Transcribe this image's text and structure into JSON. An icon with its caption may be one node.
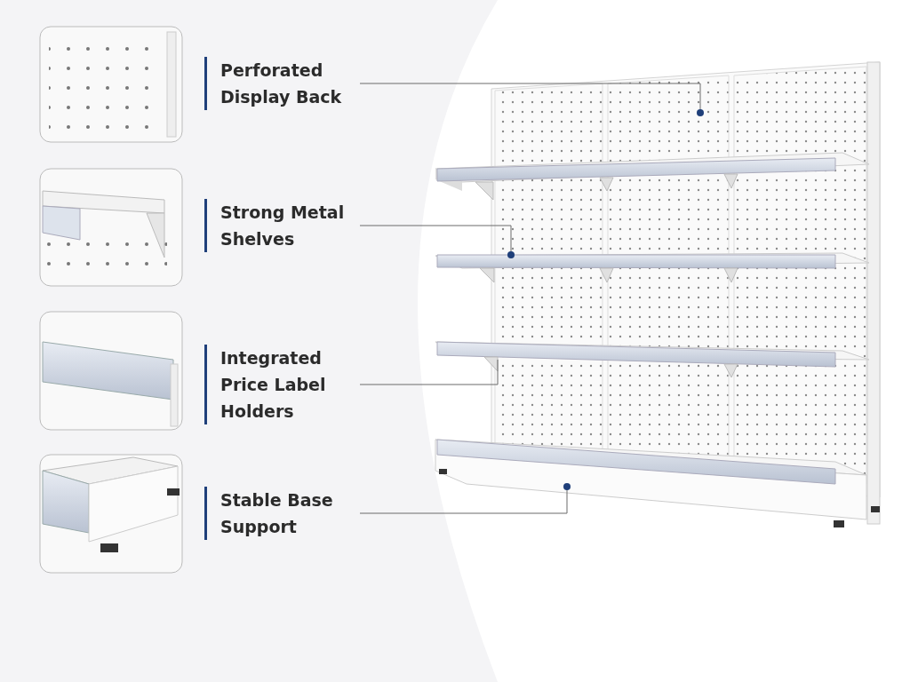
{
  "diagram": {
    "nodes": [
      {
        "text": [
          "Perforated Display Back"
        ]
      },
      {
        "text": [
          "Strong Metal Shelves"
        ]
      },
      {
        "text": [
          "Integrated Price Label Holders"
        ]
      },
      {
        "text": [
          "Stable Base Support"
        ]
      }
    ],
    "edges": [
      {
        "from": 0,
        "to": null,
        "arrow": "other"
      },
      {
        "from": 1,
        "to": null,
        "arrow": "other"
      },
      {
        "from": 2,
        "to": null,
        "arrow": "none"
      },
      {
        "from": 3,
        "to": null,
        "arrow": "other"
      }
    ]
  }
}
